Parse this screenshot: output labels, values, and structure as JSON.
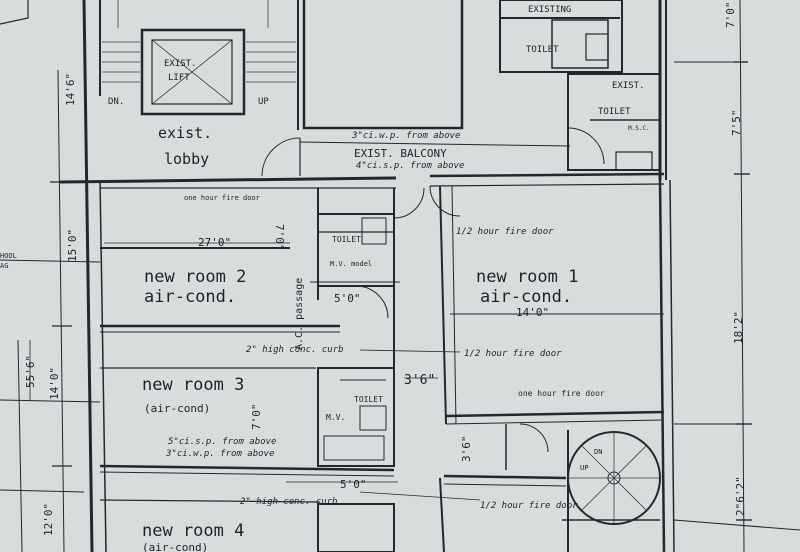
{
  "labels": {
    "existing": "EXISTING",
    "toilet_top": "TOILET",
    "exist_toilet_1": "EXIST.",
    "exist_toilet_2": "TOILET",
    "toilet_small": "M.S.C.",
    "lift_1": "EXIST.",
    "lift_2": "LIFT",
    "dn": "DN.",
    "up": "UP",
    "lobby_1": "exist.",
    "lobby_2": "lobby",
    "pipe_above": "3\"ci.w.p. from above",
    "balcony": "EXIST. BALCONY",
    "pipe_above_2": "4\"ci.s.p. from above",
    "one_hour_door_a": "one hour fire door",
    "half_hour_door_top": "1/2 hour fire door",
    "dim_27": "27'0\"",
    "dim_7": "7'0\"",
    "toilet_mid": "TOILET",
    "mv_mid": "M.V. model",
    "passage": "A.C. passage",
    "room1_a": "new room 1",
    "room1_b": "air-cond.",
    "dim_14": "14'0\"",
    "room2_a": "new room 2",
    "room2_b": "air-cond.",
    "dim_5": "5'0\"",
    "curb_1": "2\" high conc. curb",
    "half_hour_door_mid": "1/2 hour fire door",
    "room3_a": "new room 3",
    "room3_b": "(air-cond)",
    "dim_36": "3'6\"",
    "one_hour_door_b": "one hour fire door",
    "toilet_low": "TOILET",
    "mv_low": "M.V.",
    "dim_7b": "7'0\"",
    "pipe_low_1": "5\"ci.s.p. from above",
    "pipe_low_2": "3\"ci.w.p. from above",
    "dim_36b": "3'6\"",
    "dim_5b": "5'0\"",
    "curb_2": "2\" high conc. curb",
    "half_hour_door_low": "1/2 hour fire door",
    "stair_dn": "DN",
    "stair_up": "UP",
    "room4_a": "new room 4",
    "room4_b": "(air-cond)",
    "dim_left_146": "14'6\"",
    "dim_left_150": "15'0\"",
    "dim_left_556": "55'6\"",
    "dim_left_140": "14'0\"",
    "dim_left_120": "12'0\"",
    "dim_right_70": "7'0\"",
    "dim_right_75": "7'5\"",
    "dim_right_182": "18'2\"",
    "dim_right_262": "2\"6'2\"",
    "school": "HOOL",
    "school_2": "AG"
  }
}
